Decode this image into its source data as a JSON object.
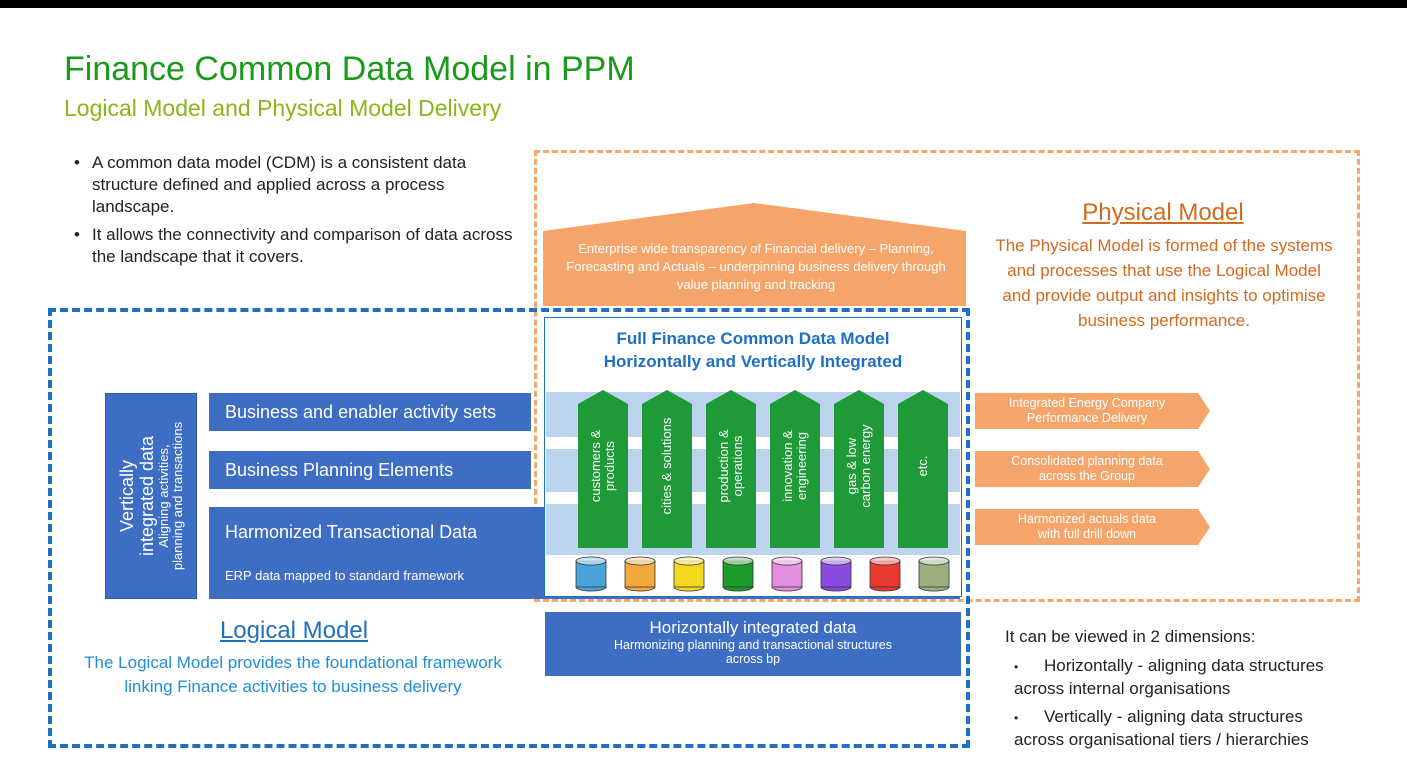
{
  "header": {
    "title": "Finance Common Data Model in PPM",
    "subtitle": "Logical Model and Physical Model Delivery"
  },
  "intro_bullets": [
    "A common data model (CDM) is a consistent data structure defined and applied across a process landscape.",
    "It allows the connectivity and comparison of data across the landscape that it covers."
  ],
  "roof_text": "Enterprise wide transparency of Financial delivery – Planning, Forecasting and Actuals – underpinning business delivery through value planning and tracking",
  "physical_model": {
    "title": "Physical Model",
    "description": "The Physical Model is formed of the systems and processes that use the Logical Model and provide output and insights to optimise business performance."
  },
  "cdm": {
    "title_line1": "Full Finance Common Data Model",
    "title_line2": "Horizontally and Vertically Integrated"
  },
  "vertical": {
    "title_line1": "Vertically",
    "title_line2": "integrated data",
    "sub_line1": "Aligning activities,",
    "sub_line2": "planning and transactions"
  },
  "bars": {
    "activity_sets": "Business and enabler activity sets",
    "planning_elements": "Business Planning Elements",
    "transactional": "Harmonized Transactional Data",
    "erp": "ERP data mapped to standard framework"
  },
  "pillars": [
    {
      "line1": "customers &",
      "line2": "products"
    },
    {
      "line1": "cities & solutions",
      "line2": ""
    },
    {
      "line1": "production &",
      "line2": "operations"
    },
    {
      "line1": "innovation &",
      "line2": "engineering"
    },
    {
      "line1": "gas & low",
      "line2": "carbon energy"
    },
    {
      "line1": "etc.",
      "line2": ""
    }
  ],
  "barrel_colors": [
    "#4aa3d8",
    "#f2a93b",
    "#f2d81e",
    "#1c9a2a",
    "#e58ee0",
    "#8a4be0",
    "#e83a2e",
    "#9bb07f"
  ],
  "outputs": [
    {
      "line1": "Integrated Energy Company",
      "line2": "Performance Delivery"
    },
    {
      "line1": "Consolidated planning data",
      "line2": "across the Group"
    },
    {
      "line1": "Harmonized actuals data",
      "line2": "with full drill down"
    }
  ],
  "horizontal": {
    "title": "Horizontally integrated data",
    "sub_line1": "Harmonizing planning and transactional structures",
    "sub_line2": "across bp"
  },
  "logical_model": {
    "title": "Logical Model",
    "description": "The Logical Model provides the foundational framework linking Finance activities to business delivery"
  },
  "dimensions": {
    "intro": "It can be viewed in 2 dimensions:",
    "items": [
      {
        "line1": "Horizontally - aligning data structures",
        "line2": "across internal organisations"
      },
      {
        "line1": "Vertically - aligning data structures",
        "line2": "across organisational tiers / hierarchies"
      }
    ]
  },
  "colors": {
    "title_green": "#1a9a1a",
    "subtitle_green": "#8cb51a",
    "blue": "#3d6ec4",
    "orange": "#f5a46a",
    "pillar_green": "#1e9a38"
  }
}
